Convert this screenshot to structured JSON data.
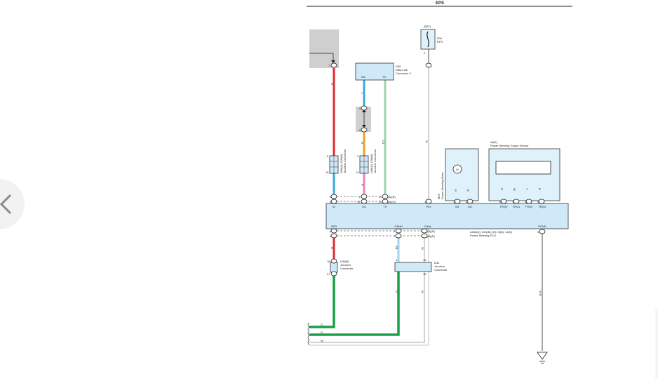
{
  "nav": {
    "prev_icon": "chevron-left-icon"
  },
  "diagram": {
    "title": "EPS",
    "fuse": {
      "pin_top": "(BAT)",
      "rating": "50A",
      "name": "EPS",
      "pin_bottom": "2"
    },
    "dlc": {
      "code": "D35",
      "name_line1": "Data Link",
      "name_line2": "Connector 3",
      "pin_sil": "SIL",
      "pin_tx": "TX"
    },
    "jc_left": {
      "code": "D38(A), D39(B)",
      "name": "Junction Connector"
    },
    "jc_mid": {
      "code": "D38(A), D39(B)",
      "name": "Junction Connector"
    },
    "motor": {
      "code": "M25",
      "name": "Power Steering Motor",
      "symbol": "M"
    },
    "torque": {
      "code": "c6(D)",
      "name": "Power Steering Torque Sensor"
    },
    "ecu": {
      "code": "A166(A), D31(B), (E), M(D), c1(D)",
      "name": "Power Steering ECU",
      "pins_top": [
        "IG",
        "SIL",
        "TX",
        "PIG",
        "M1",
        "M2",
        "TRQV",
        "TRQ1",
        "TRQ2",
        "TRQG"
      ],
      "pins_bottom": [
        "SPD",
        "CANH",
        "CANL",
        "PGND"
      ]
    },
    "jc_spd": {
      "code": "D36(B)",
      "name_line1": "Junction",
      "name_line2": "Connector"
    },
    "jc_can": {
      "code": "D42",
      "name_line1": "Junction",
      "name_line2": "Connector"
    },
    "pin_numbers": {
      "ig_top": "7",
      "jc_left_top": "6",
      "jc_left_bottom": "15",
      "ecu_ig_a": "8",
      "ecu_ig_b": "6",
      "jc_mid_a": "3",
      "jc_mid_b": "13",
      "ecu_sil_a": "2",
      "ecu_sil_b": "10",
      "ecu_tx_a": "11",
      "ecu_tx_b": "11",
      "pig": "1",
      "m1": "1",
      "m2": "2",
      "trqv": "6",
      "trq1": "1",
      "trq2": "2",
      "trqg": "3",
      "spd_a": "8",
      "spd_b": "6",
      "canh_a": "1",
      "canh_b": "7",
      "canl_a": "7",
      "canl_b": "7",
      "pgnd": "3",
      "jc_spd_top": "16",
      "jc_spd_bottom": "27",
      "jc_can_top": "4",
      "jc_can_r1": "15",
      "jc_can_r2": "16",
      "dlc_g1": "9",
      "dlc_g2": "8"
    },
    "side_refs": {
      "ig": "(A)(B)",
      "tx": "(A)(D)",
      "canh": "(A)(D)",
      "canl": "(B)(D)"
    },
    "wire_colors": {
      "ig": "R",
      "sil": "L",
      "orange": "O",
      "pink": "P",
      "tx": "LG",
      "pig": "W",
      "motor_left": "R",
      "motor_right": "B",
      "trqv": "R",
      "trq1": "W",
      "trq2": "Y",
      "trqg": "B",
      "spd": "R",
      "canh": "SB",
      "canl": "W",
      "canl_low": "W",
      "can_green": "G",
      "pgnd": "W-B"
    },
    "left_edge": {
      "row1": "G",
      "row2": "G",
      "row3": "W"
    },
    "colors": {
      "red": "#e02a32",
      "blue": "#38a9e0",
      "light_blue": "#9fd3f0",
      "orange": "#f0a02a",
      "pink": "#e887b9",
      "light_green": "#9ed3a8",
      "green": "#1aa04a",
      "yellow": "#f3d21e",
      "black": "#222222",
      "white_wire": "#cccccc",
      "box_fill": "#cfe9f8"
    }
  }
}
